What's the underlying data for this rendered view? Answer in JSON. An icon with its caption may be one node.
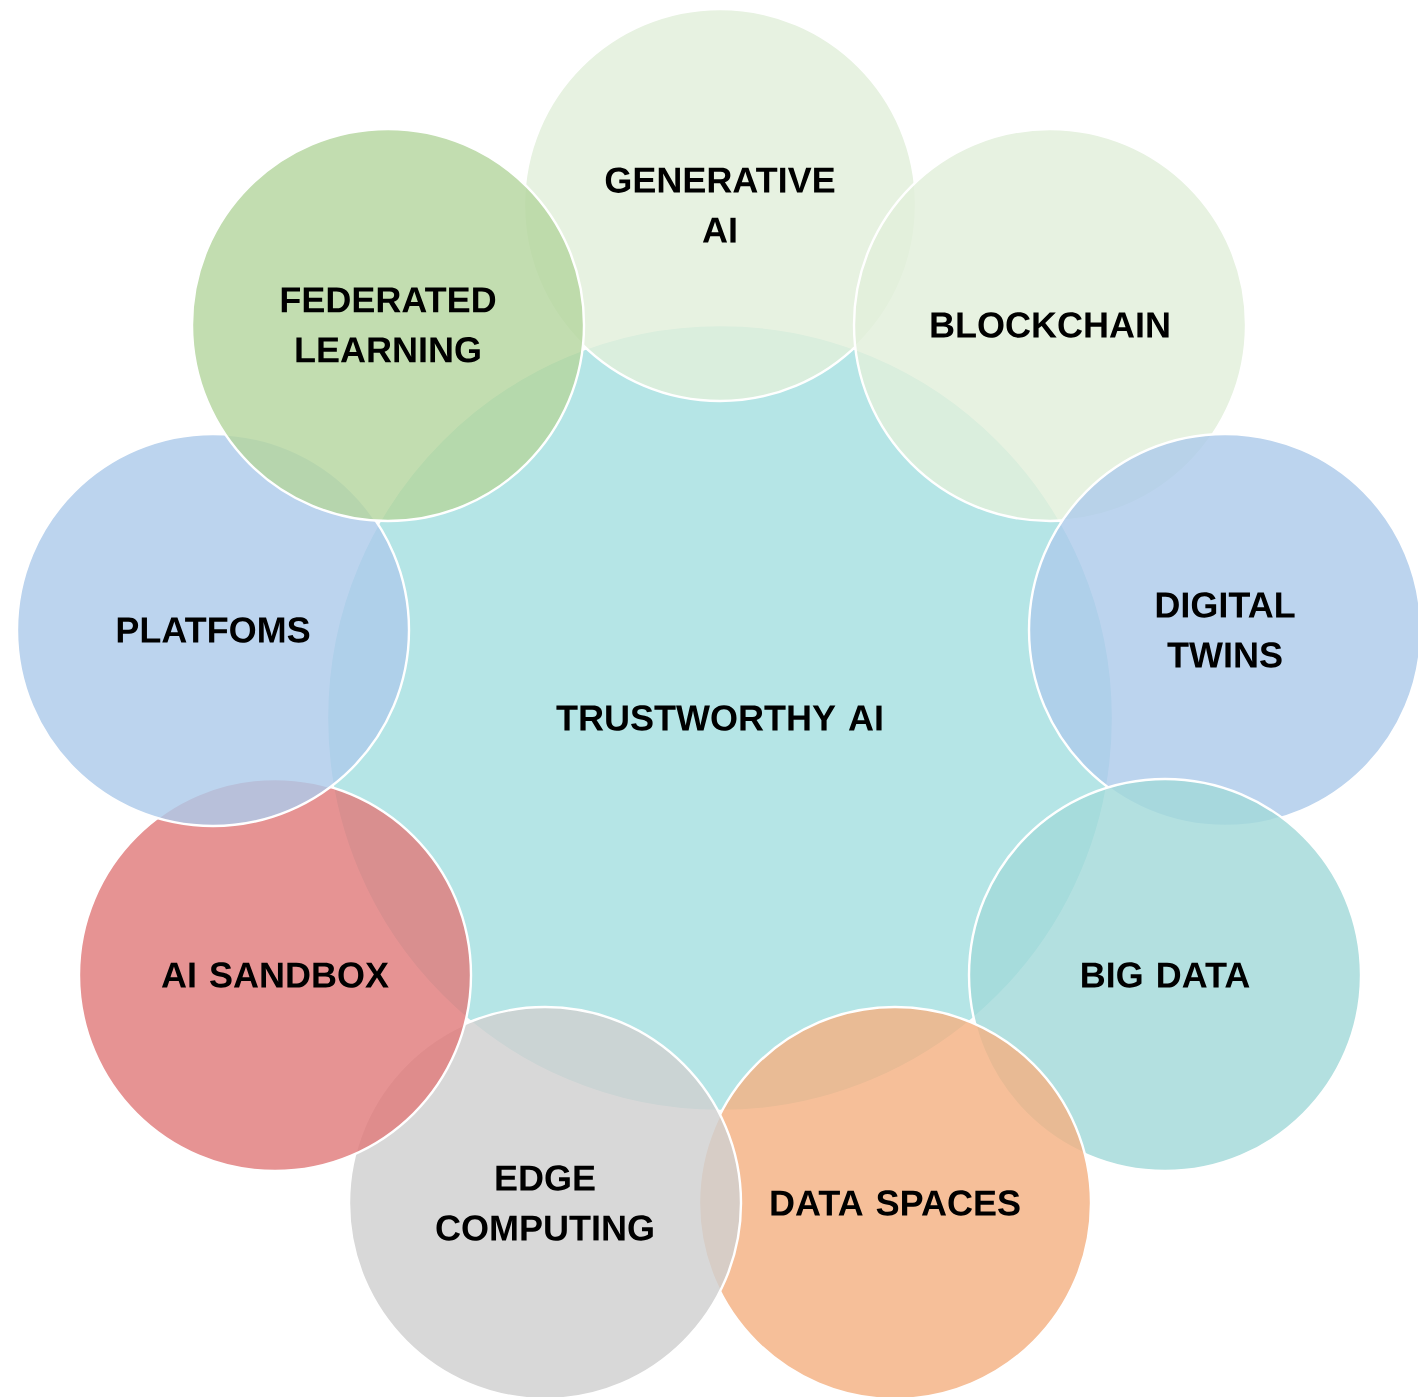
{
  "diagram": {
    "nodes": [
      {
        "text": [
          "TRUSTWORTHY AI"
        ]
      },
      {
        "text": [
          "GENERATIVE AI"
        ]
      },
      {
        "text": [
          "BLOCKCHAIN"
        ]
      },
      {
        "text": [
          "DIGITAL TWINS"
        ]
      },
      {
        "text": [
          "BIG DATA"
        ]
      },
      {
        "text": [
          "DATA SPACES"
        ]
      },
      {
        "text": [
          "EDGE COMPUTING"
        ]
      },
      {
        "text": [
          "AI SANDBOX"
        ]
      },
      {
        "text": [
          "PLATFOMS"
        ]
      },
      {
        "text": [
          "FEDERATED LEARNING"
        ]
      }
    ]
  }
}
